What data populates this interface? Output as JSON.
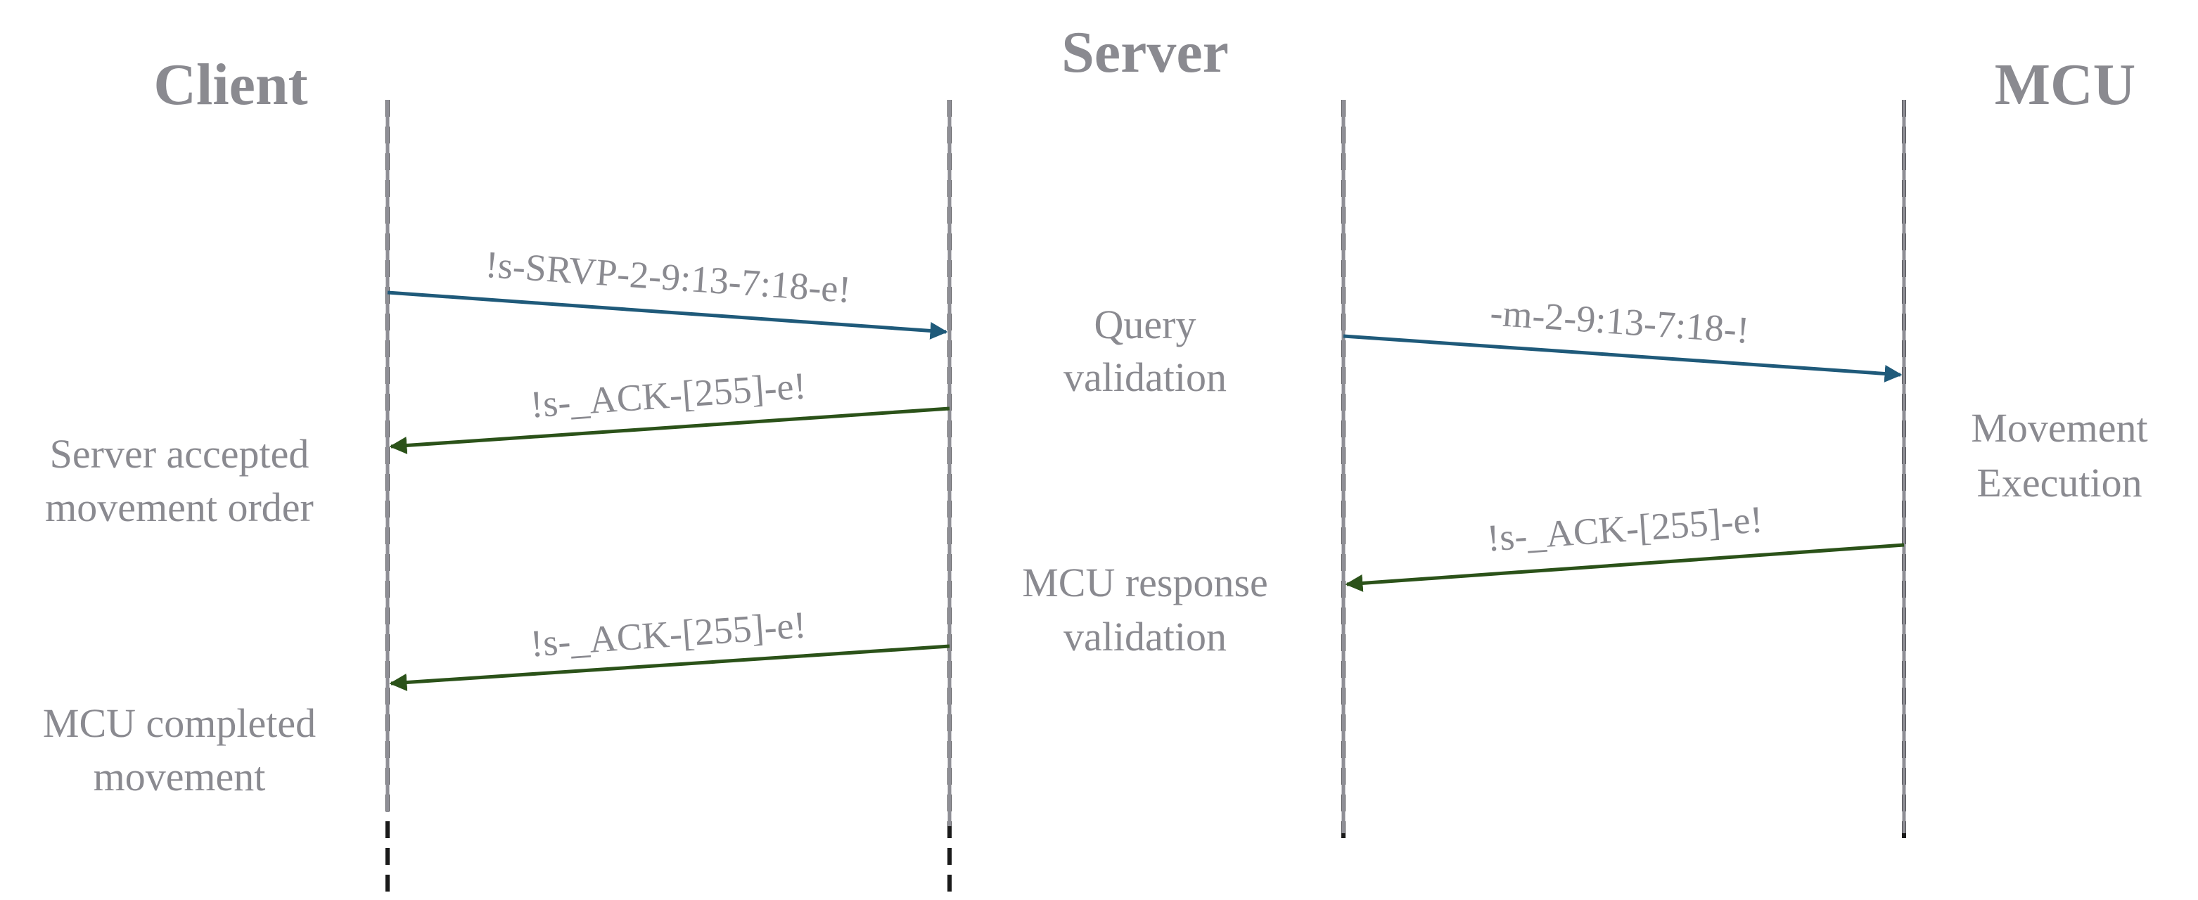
{
  "colors": {
    "text": "#8a8a90",
    "lifeline_solid": "#8e8e95",
    "lifeline_dash": "#1a1a1a",
    "request_arrow": "#1f5a7a",
    "ack_arrow": "#2b5219"
  },
  "actors": {
    "client": "Client",
    "server": "Server",
    "mcu": "MCU"
  },
  "messages": {
    "client_to_server": "!s-SRVP-2-9:13-7:18-e!",
    "server_ack_1": "!s-_ACK-[255]-e!",
    "server_ack_2": "!s-_ACK-[255]-e!",
    "server_to_mcu": "-m-2-9:13-7:18-!",
    "mcu_ack": "!s-_ACK-[255]-e!"
  },
  "notes": {
    "server_accepted": [
      "Server accepted",
      "movement order"
    ],
    "mcu_completed": [
      "MCU completed",
      "movement"
    ],
    "query_validation": [
      "Query",
      "validation"
    ],
    "mcu_response_validation": [
      "MCU response",
      "validation"
    ],
    "movement_execution": [
      "Movement",
      "Execution"
    ]
  }
}
